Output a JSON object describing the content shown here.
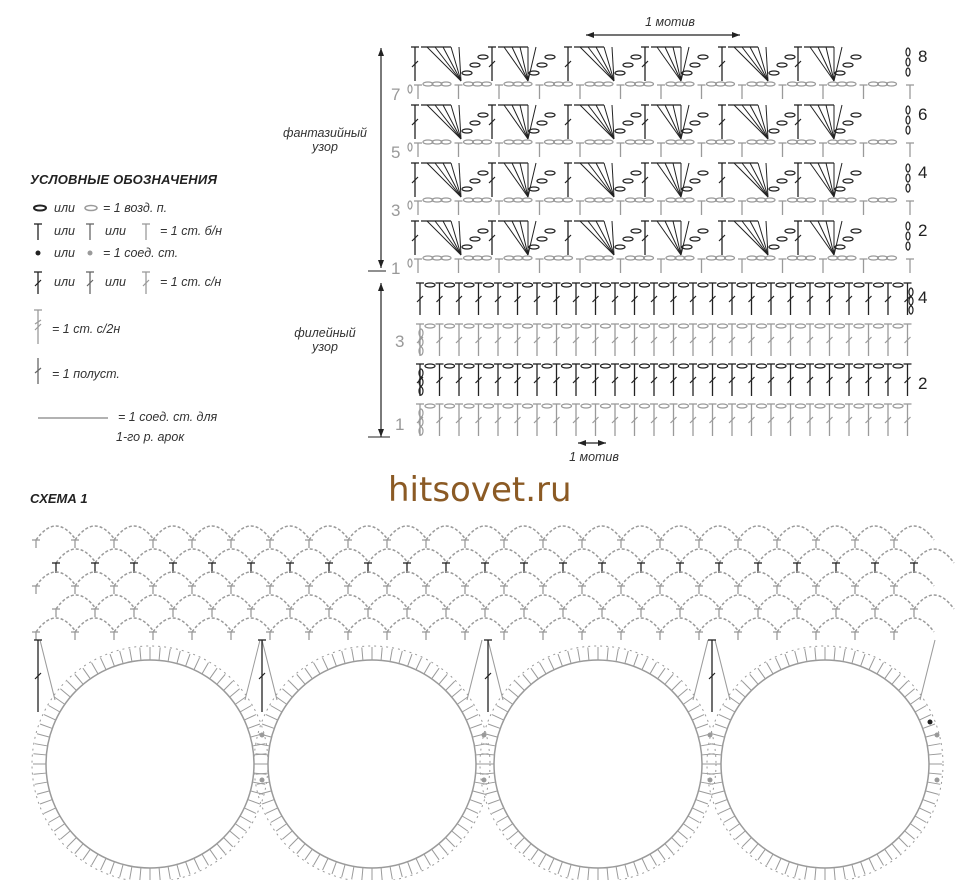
{
  "legend": {
    "title": "УСЛОВНЫЕ ОБОЗНАЧЕНИЯ",
    "items": [
      {
        "symbols": [
          "chain-dark",
          "chain-light"
        ],
        "or": "или",
        "text": "= 1 возд. п."
      },
      {
        "symbols": [
          "sc-dark",
          "sc-mid",
          "sc-light"
        ],
        "or": "или",
        "text": "= 1 ст. б/н"
      },
      {
        "symbols": [
          "slst-dark",
          "slst-light"
        ],
        "or": "или",
        "text": "= 1 соед. ст."
      },
      {
        "symbols": [
          "dc-dark",
          "dc-mid",
          "dc-light"
        ],
        "or": "или",
        "text": "= 1 ст. с/н"
      },
      {
        "symbols": [
          "tr-light"
        ],
        "text": "= 1 ст. с/2н"
      },
      {
        "symbols": [
          "hdc"
        ],
        "text": "= 1 полуст."
      },
      {
        "symbols": [
          "line"
        ],
        "text": "= 1 соед. ст. для",
        "text2": "1-го р. арок"
      }
    ]
  },
  "fancy": {
    "label": "фантазийный узор",
    "motif": "1 мотив",
    "rows_right": [
      "8",
      "6",
      "4",
      "2"
    ],
    "rows_left": [
      "7",
      "5",
      "3",
      "1"
    ]
  },
  "filet": {
    "label": "филейный узор",
    "motif": "1 мотив",
    "rows_right": [
      "4",
      "2"
    ],
    "rows_left": [
      "3",
      "1"
    ]
  },
  "watermark": "hitsovet.ru",
  "schema": {
    "title": "СХЕМА 1",
    "circles": 4
  },
  "colors": {
    "ink": "#222222",
    "light": "#9a9a9a",
    "watermark": "#8b5a24"
  }
}
